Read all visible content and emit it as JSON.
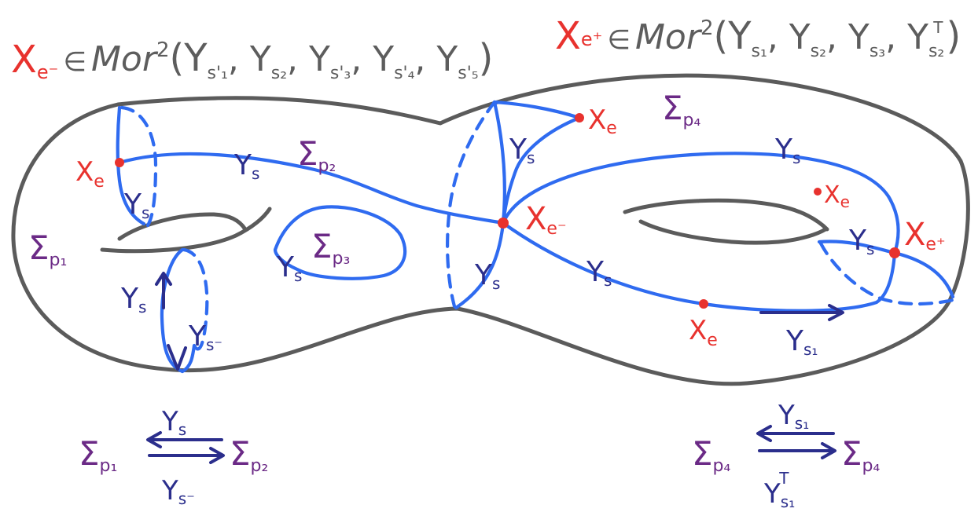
{
  "header_left": {
    "morphism": "X",
    "morphism_sub": "e⁻",
    "belongs": "∈",
    "mor": "Mor",
    "mor_sup": "2",
    "args": [
      "(Y",
      "s'₁",
      ", Y",
      "s₂",
      ", Y",
      "s'₃",
      ", Y",
      "s'₄",
      ", Y",
      "s'₅",
      ")"
    ]
  },
  "header_right": {
    "morphism": "X",
    "morphism_sub": "e⁺",
    "belongs": "∈",
    "mor": "Mor",
    "mor_sup": "2",
    "args": [
      "(Y",
      "s₁",
      ", Y",
      "s₂",
      ", Y",
      "s₃",
      ", Y",
      "s₂",
      "T",
      ")"
    ]
  },
  "surface_labels": {
    "sigma": "Σ",
    "p1": "p₁",
    "p2": "p₂",
    "p3": "p₃",
    "p4": "p₄"
  },
  "curve_labels": {
    "Y": "Y",
    "s": "s",
    "s_minus": "s⁻",
    "s1": "s₁"
  },
  "vertex_labels": {
    "X": "X",
    "e": "e",
    "e_minus": "e⁻",
    "e_plus": "e⁺"
  },
  "adjunction_left": {
    "source": "Σ",
    "source_sub": "p₁",
    "target": "Σ",
    "target_sub": "p₂",
    "top": "Y",
    "top_sub": "s",
    "bottom": "Y",
    "bottom_sub": "s⁻"
  },
  "adjunction_right": {
    "source": "Σ",
    "source_sub": "p₄",
    "target": "Σ",
    "target_sub": "p₄",
    "top": "Y",
    "top_sub": "s₁",
    "bottom": "Y",
    "bottom_sub": "s₁",
    "bottom_sup": "T"
  },
  "colors": {
    "surface": "#5b5b5b",
    "curve": "#2f6bf0",
    "vertex": "#e8322e",
    "label_navy": "#2b2e8c",
    "label_purple": "#6b2a86"
  }
}
